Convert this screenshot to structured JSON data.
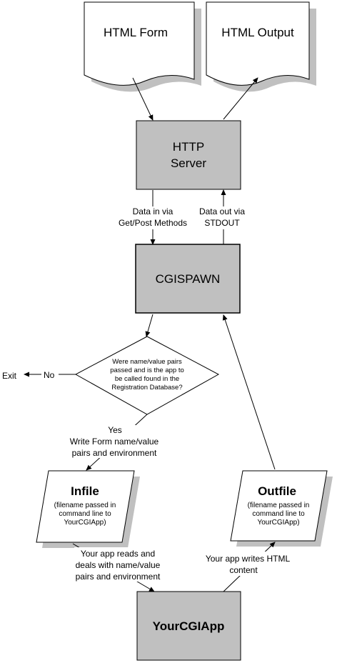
{
  "nodes": {
    "html_form": "HTML Form",
    "html_output": "HTML Output",
    "http_server_line1": "HTTP",
    "http_server_line2": "Server",
    "cgispawn": "CGISPAWN",
    "decision_lines": [
      "Were name/value pairs",
      "passed and is the app to",
      "be called found in the",
      "Registration Database?"
    ],
    "infile_title": "Infile",
    "infile_lines": [
      "(filename passed in",
      "command line to",
      "YourCGIApp)"
    ],
    "outfile_title": "Outfile",
    "outfile_lines": [
      "(filename passed in",
      "command line to",
      "YourCGIApp)"
    ],
    "yourcgiapp": "YourCGIApp",
    "exit": "Exit"
  },
  "labels": {
    "data_in": [
      "Data in via",
      "Get/Post Methods"
    ],
    "data_out": [
      "Data out via",
      "STDOUT"
    ],
    "no": "No",
    "yes": "Yes",
    "write_form": [
      "Write Form name/value",
      "pairs and environment"
    ],
    "app_reads": [
      "Your app reads and",
      "deals with name/value",
      "pairs and environment"
    ],
    "app_writes": [
      "Your app writes HTML",
      "content"
    ]
  },
  "colors": {
    "process_fill": "#c0c0c0",
    "shadow": "#c0c0c0",
    "stroke": "#000000",
    "page": "#ffffff"
  }
}
